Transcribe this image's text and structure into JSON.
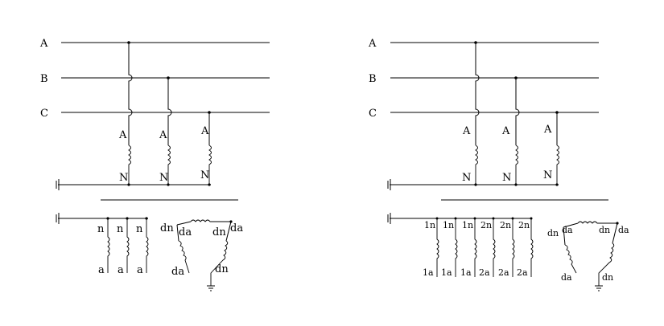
{
  "left": {
    "bus_labels": [
      "A",
      "B",
      "C"
    ],
    "primary_top_labels": [
      "A",
      "A",
      "A"
    ],
    "primary_bottom_labels": [
      "N",
      "N",
      "N"
    ],
    "secondary_top_labels": [
      "n",
      "n",
      "n"
    ],
    "secondary_bottom_labels": [
      "a",
      "a",
      "a"
    ],
    "delta_labels": {
      "dn_left": "dn",
      "da_left": "da",
      "dn_mid": "dn",
      "da_right": "da",
      "da_bottom": "da",
      "dn_bottom": "dn"
    }
  },
  "right": {
    "bus_labels": [
      "A",
      "B",
      "C"
    ],
    "primary_top_labels": [
      "A",
      "A",
      "A"
    ],
    "primary_bottom_labels": [
      "N",
      "N",
      "N"
    ],
    "secondary_top_labels": [
      "1n",
      "1n",
      "1n",
      "2n",
      "2n",
      "2n"
    ],
    "secondary_bottom_labels": [
      "1a",
      "1a",
      "1a",
      "2a",
      "2a",
      "2a"
    ],
    "delta_labels": {
      "dn_left": "dn",
      "da_left": "da",
      "dn_mid": "dn",
      "da_right": "da",
      "da_bottom": "da",
      "dn_bottom": "dn"
    }
  }
}
